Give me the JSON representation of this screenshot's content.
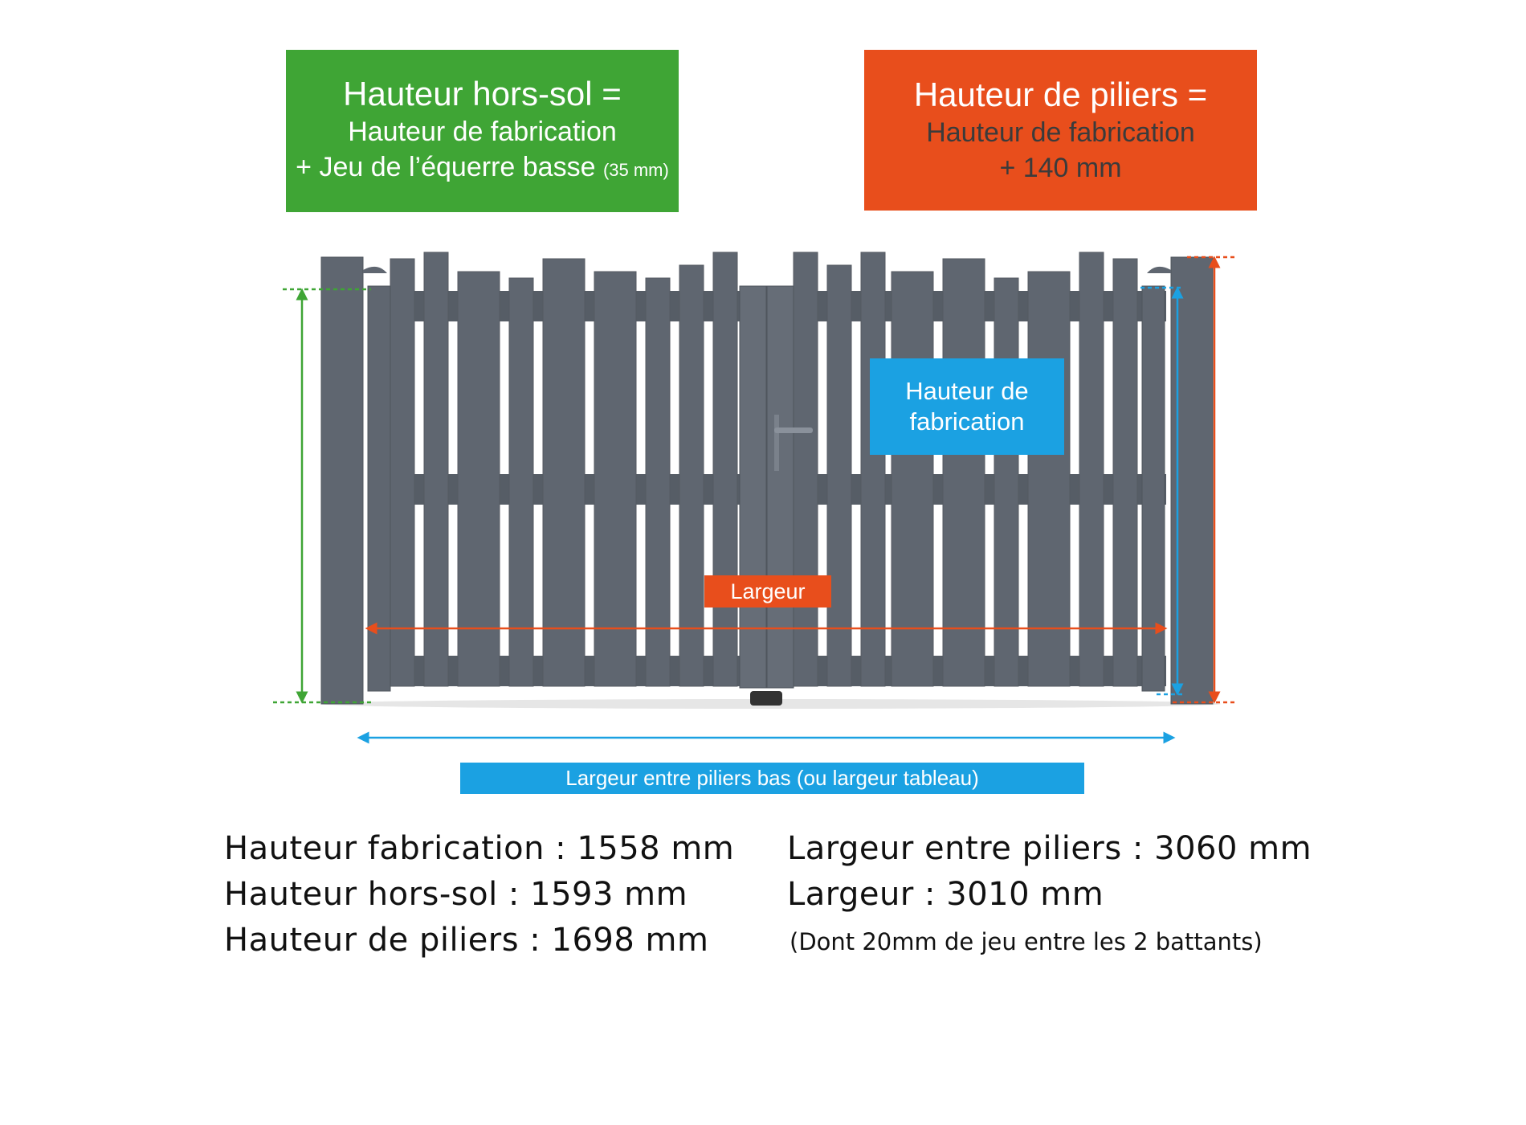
{
  "green_box": {
    "title": "Hauteur hors-sol =",
    "line1": "Hauteur de fabrication",
    "line2": "+ Jeu de l’équerre basse",
    "line2_small": "(35 mm)",
    "color": "#3fa535"
  },
  "orange_box": {
    "title": "Hauteur de piliers =",
    "line1": "Hauteur de fabrication",
    "line2": "+ 140 mm",
    "color": "#e84e1c"
  },
  "diagram": {
    "blue_label": "Hauteur de fabrication",
    "largeur_label": "Largeur",
    "tableau_label": "Largeur entre piliers bas (ou largeur tableau)",
    "gate_color": "#5f6670",
    "colors": {
      "green": "#3fa535",
      "orange": "#e84e1c",
      "blue": "#1ba1e2"
    }
  },
  "specs": {
    "hauteur_fabrication": "Hauteur fabrication : 1558 mm",
    "hauteur_hors_sol": "Hauteur hors-sol : 1593 mm",
    "hauteur_piliers": "Hauteur de piliers : 1698 mm",
    "largeur_piliers": "Largeur entre piliers : 3060 mm",
    "largeur": "Largeur : 3010 mm",
    "note": "(Dont 20mm de jeu entre les 2 battants)"
  }
}
